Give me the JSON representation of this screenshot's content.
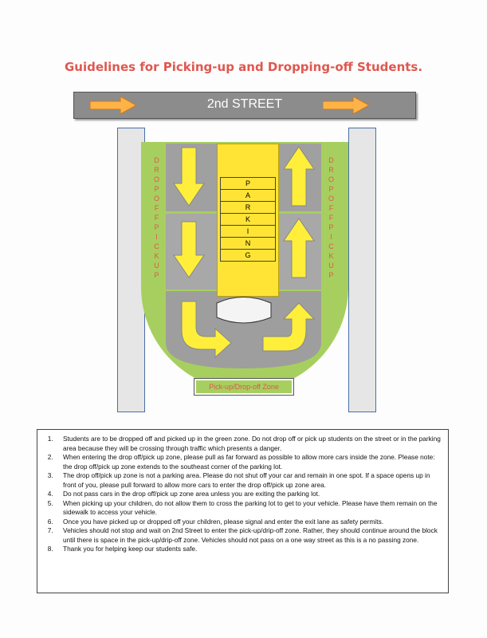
{
  "title": "Guidelines for Picking-up and Dropping-off Students.",
  "street": {
    "label": "2nd STREET"
  },
  "parking_letters": [
    "P",
    "A",
    "R",
    "K",
    "I",
    "N",
    "G"
  ],
  "left_zone_label": "D R O P   O F F   P I C K   U P",
  "right_zone_label": "D R O P   O F F   P I C K   U P",
  "zone_sign": "Pick-up/Drop-off Zone",
  "rules": [
    "Students are to be dropped off and picked up in the green zone.  Do not drop off or pick up students on the street or in the parking area because they will be crossing through traffic which presents a danger.",
    "When entering the drop off/pick up zone, please pull as far forward as possible to allow more cars inside the zone.  Please note: the drop off/pick up zone extends to the southeast corner of the parking lot.",
    "The drop off/pick up zone is not a parking area.  Please do not shut off your car and remain in one spot.  If a space opens up in front of you, please pull forward to allow more cars to enter the drop off/pick up zone area.",
    "Do not pass cars in the drop off/pick up zone area unless you are exiting the parking lot.",
    "When picking up your children, do not allow them to cross the parking lot to get to your vehicle.  Please have them remain on the sidewalk to access your vehicle.",
    "Once you have picked up or dropped off your children, please signal and enter the exit lane as safety permits.",
    "Vehicles should not stop and wait on 2nd Street to enter the pick-up/drip-off zone.  Rather, they should continue around the block until there is space in the pick-up/drip-off zone.  Vehicles should not pass on a one way street as this is a no passing zone.",
    "Thank you for helping keep our students safe."
  ],
  "colors": {
    "title": "#e0574f",
    "green_zone": "#a7cf5f",
    "parking": "#ffe436",
    "lane": "#9c9c9c",
    "arrow": "#ffb347"
  }
}
